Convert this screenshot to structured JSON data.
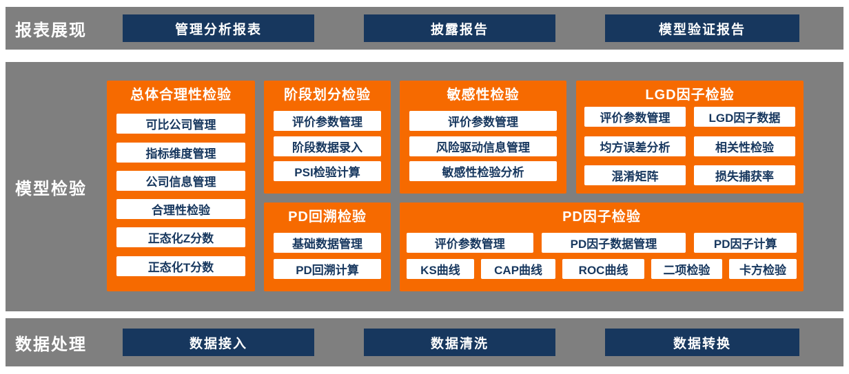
{
  "colors": {
    "band_background": "#7f7f7f",
    "navy": "#17375e",
    "orange": "#f66a00",
    "white": "#ffffff"
  },
  "report_band": {
    "label": "报表展现",
    "buttons": [
      "管理分析报表",
      "披露报告",
      "模型验证报告"
    ]
  },
  "model_band": {
    "label": "模型检验",
    "panels": {
      "overall": {
        "title": "总体合理性检验",
        "items": [
          "可比公司管理",
          "指标维度管理",
          "公司信息管理",
          "合理性检验",
          "正态化Z分数",
          "正态化T分数"
        ]
      },
      "stage": {
        "title": "阶段划分检验",
        "items": [
          "评价参数管理",
          "阶段数据录入",
          "PSI检验计算"
        ]
      },
      "sensitivity": {
        "title": "敏感性检验",
        "items": [
          "评价参数管理",
          "风险驱动信息管理",
          "敏感性检验分析"
        ]
      },
      "lgd": {
        "title": "LGD因子检验",
        "items": [
          "评价参数管理",
          "LGD因子数据",
          "均方误差分析",
          "相关性检验",
          "混淆矩阵",
          "损失捕获率"
        ]
      },
      "pd_backtest": {
        "title": "PD回溯检验",
        "items": [
          "基础数据管理",
          "PD回溯计算"
        ]
      },
      "pd_factor": {
        "title": "PD因子检验",
        "row1": [
          "评价参数管理",
          "PD因子数据管理",
          "PD因子计算"
        ],
        "row2": [
          "KS曲线",
          "CAP曲线",
          "ROC曲线",
          "二项检验",
          "卡方检验"
        ]
      }
    }
  },
  "data_band": {
    "label": "数据处理",
    "buttons": [
      "数据接入",
      "数据清洗",
      "数据转换"
    ]
  }
}
